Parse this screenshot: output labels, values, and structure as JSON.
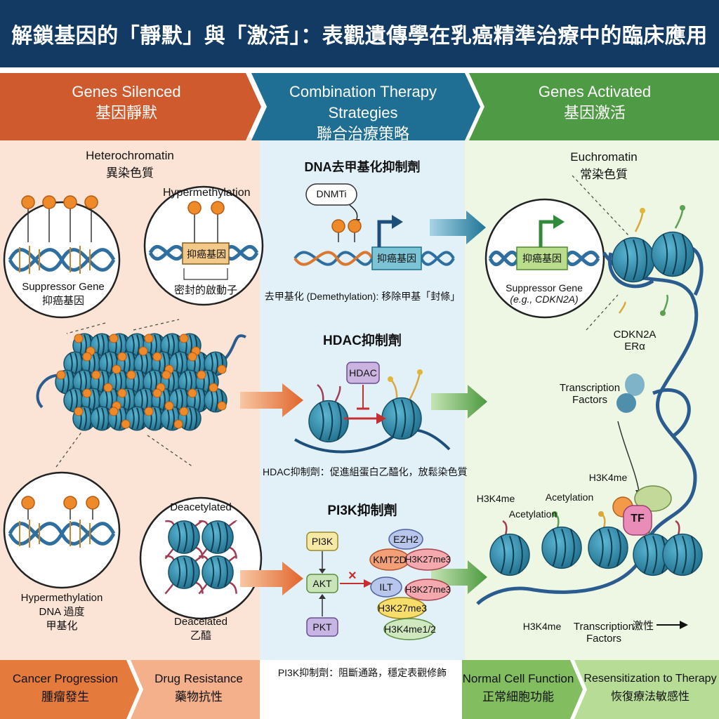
{
  "title": "解鎖基因的「靜默」與「激活」：表觀遺傳學在乳癌精準治療中的臨床應用",
  "headers": {
    "left_en": "Genes Silenced",
    "left_zh": "基因靜默",
    "mid_en": "Combination Therapy Strategies",
    "mid_zh": "聯合治療策略",
    "right_en": "Genes Activated",
    "right_zh": "基因激活"
  },
  "left": {
    "hetero_en": "Heterochromatin",
    "hetero_zh": "異染色質",
    "hyper_top": "Hypermethylation",
    "supp_gene_box": "抑癌基因",
    "dense_promoter": "密封的啟動子",
    "supp_en": "Suppressor Gene",
    "supp_zh": "抑癌基因",
    "hyper_bottom_en": "Hypermethylation",
    "hyper_bottom_zh1": "DNA 過度",
    "hyper_bottom_zh2": "甲基化",
    "deacetylated": "Deacetylated",
    "deacelated_en": "Deacelated",
    "deacelated_zh": "乙醯"
  },
  "middle": {
    "dnmt_title": "DNA去甲基化抑制劑",
    "dnmti": "DNMTi",
    "supp_box": "抑癌基因",
    "demeth_caption": "去甲基化 (Demethylation): 移除甲基「封條」",
    "hdac_title": "HDAC抑制劑",
    "hdac_box": "HDAC",
    "hdac_caption": "HDAC抑制劑：促進組蛋白乙醯化，放鬆染色質",
    "pi3k_title": "PI3K抑制劑",
    "pi3k": "PI3K",
    "akt": "AKT",
    "pkt": "PKT",
    "ezh2": "EZH2",
    "kmt2d": "KMT2D",
    "h3k27me3_a": "H3K27me3",
    "ilt": "ILT",
    "h3k27me3_b": "H3K27me3",
    "h3k27me3_c": "H3K27me3",
    "h3k4me12": "H3K4me1/2",
    "pi3k_caption": "PI3K抑制劑：阻斷通路，穩定表觀修飾"
  },
  "right": {
    "eu_en": "Euchromatin",
    "eu_zh": "常染色質",
    "gene_box": "抑癌基因",
    "supp_en": "Suppressor Gene",
    "supp_eg": "(e.g., CDKN2A)",
    "cdkn2a": "CDKN2A",
    "era": "ERα",
    "tf_label1": "Transcription",
    "tf_label2": "Factors",
    "h3k4me_top": "H3K4me",
    "h3k4me_left": "H3K4me",
    "acetylation1": "Acetylation",
    "acetylation2": "Acetylation",
    "tf": "TF",
    "h3k4me_bottom": "H3K4me",
    "tf_bottom1": "Transcription",
    "tf_bottom2": "Factors",
    "activation": "激性"
  },
  "footer": {
    "f1_en": "Cancer Progression",
    "f1_zh": "腫瘤發生",
    "f2_en": "Drug Resistance",
    "f2_zh": "藥物抗性",
    "f3_en": "Normal Cell Function",
    "f3_zh": "正常細胞功能",
    "f4_en": "Resensitization to Therapy",
    "f4_zh": "恢復療法敏感性"
  },
  "colors": {
    "title_bg": "#123a63",
    "left_header": "#cf5a2e",
    "mid_header": "#1f6f95",
    "right_header": "#4f9a44",
    "left_bg": "#fbe4d6",
    "mid_bg": "#e2f0f8",
    "right_bg": "#eef7e4",
    "nucleosome": "#2e8fae",
    "methyl": "#ef8a2a"
  }
}
